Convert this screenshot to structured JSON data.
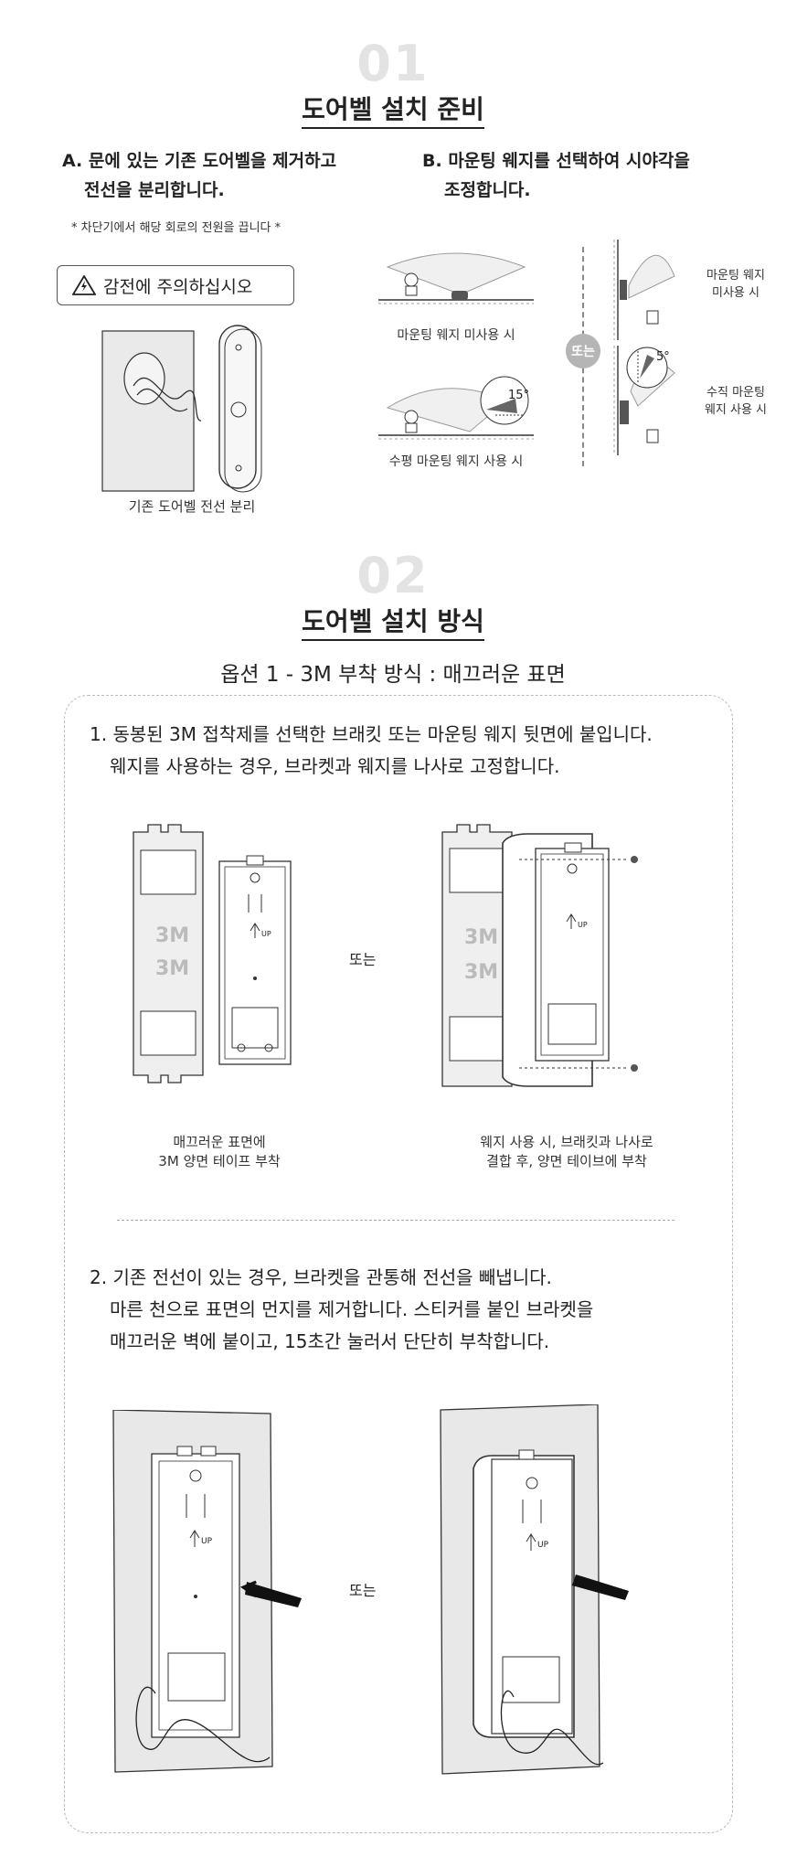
{
  "section1": {
    "number": "01",
    "title": "도어벨 설치 준비",
    "step_a_line1": "A. 문에 있는 기존 도어벨을 제거하고",
    "step_a_line2": "전선을 분리합니다.",
    "step_a_note": "* 차단기에서 해당 회로의 전원을 끕니다 *",
    "warning": "감전에 주의하십시오",
    "caption_a": "기존 도어벨 전선 분리",
    "step_b_line1": "B. 마운팅 웨지를 선택하여 시야각을",
    "step_b_line2": "조정합니다.",
    "caption_b1": "마운팅 웨지 미사용 시",
    "caption_b2": "수평 마운팅 웨지 사용 시",
    "caption_b3_line1": "마운팅 웨지",
    "caption_b3_line2": "미사용 시",
    "caption_b4_line1": "수직 마운팅",
    "caption_b4_line2": "웨지 사용 시",
    "or_badge": "또는",
    "angle_horizontal": "15°",
    "angle_vertical": "5°"
  },
  "section2": {
    "number": "02",
    "title": "도어벨 설치 방식",
    "option_title": "옵션 1 - 3M 부착 방식 : 매끄러운 표면",
    "step1_line1": "1. 동봉된 3M 접착제를 선택한 브래킷 또는 마운팅 웨지 뒷면에 붙입니다.",
    "step1_line2": "웨지를 사용하는 경우, 브라켓과 웨지를 나사로 고정합니다.",
    "tape_label_1": "3M",
    "tape_label_2": "3M",
    "up_label": "UP",
    "or_text_1": "또는",
    "caption_1a_line1": "매끄러운 표면에",
    "caption_1a_line2": "3M 양면 테이프 부착",
    "caption_1b_line1": "웨지 사용 시, 브래킷과 나사로",
    "caption_1b_line2": "결합 후, 양면 테이브에 부착",
    "step2_line1": "2. 기존 전선이 있는 경우, 브라켓을 관통해 전선을 빼냅니다.",
    "step2_line2": "마른 천으로 표면의 먼지를 제거합니다. 스티커를 붙인 브라켓을",
    "step2_line3": "매끄러운 벽에 붙이고, 15초간 눌러서 단단히 부착합니다.",
    "or_text_2": "또는"
  }
}
